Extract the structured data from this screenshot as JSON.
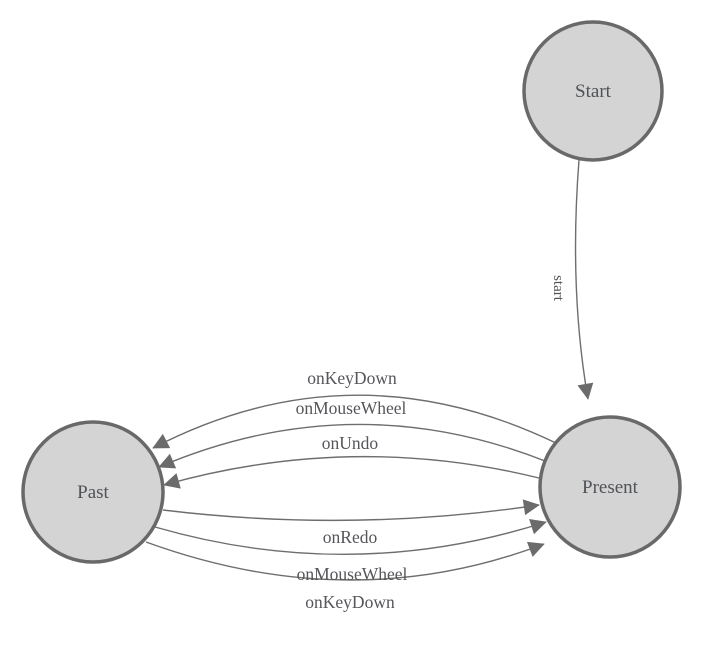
{
  "colors": {
    "background": "#ffffff",
    "node_fill": "#d4d4d4",
    "node_border": "#696969",
    "node_text": "#4f5256",
    "edge": "#6e6e6e",
    "arrow": "#6b6b6b",
    "edge_label_text": "#55565a"
  },
  "nodes": [
    {
      "id": "start",
      "label": "Start"
    },
    {
      "id": "past",
      "label": "Past"
    },
    {
      "id": "present",
      "label": "Present"
    }
  ],
  "edges": [
    {
      "from": "Start",
      "to": "Present",
      "label": "start"
    },
    {
      "from": "Present",
      "to": "Past",
      "label": "onKeyDown"
    },
    {
      "from": "Present",
      "to": "Past",
      "label": "onMouseWheel"
    },
    {
      "from": "Present",
      "to": "Past",
      "label": "onUndo"
    },
    {
      "from": "Past",
      "to": "Present",
      "label": "onRedo"
    },
    {
      "from": "Past",
      "to": "Present",
      "label": "onMouseWheel"
    },
    {
      "from": "Past",
      "to": "Present",
      "label": "onKeyDown"
    }
  ]
}
